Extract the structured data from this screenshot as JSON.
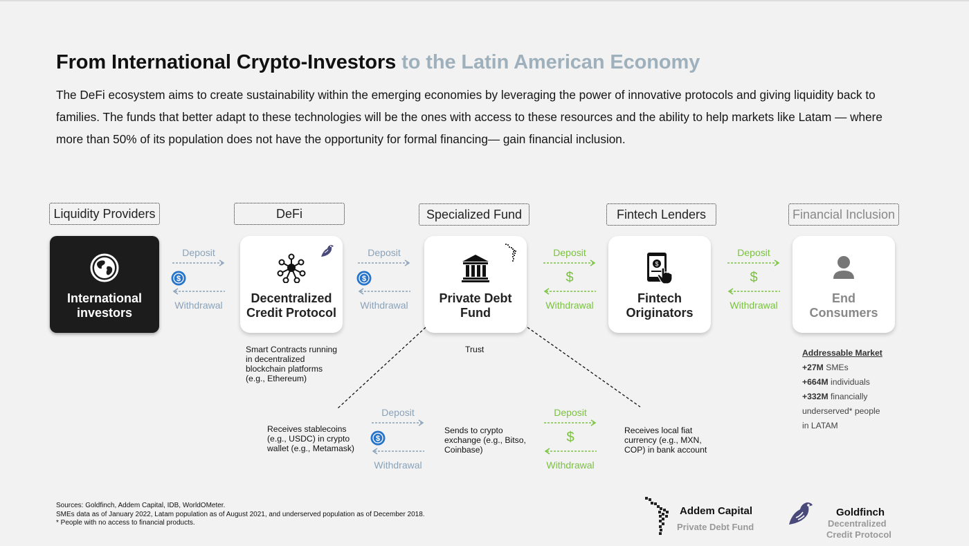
{
  "header": {
    "title_main": "From International Crypto-Investors",
    "title_accent": "to the Latin American Economy",
    "intro": "The DeFi ecosystem aims to create sustainability within the emerging economies by leveraging the power of innovative protocols and giving liquidity back to families. The funds that better adapt to these technologies will be the ones with access to these resources and the ability to help markets like Latam — where more than 50% of its population does not have the opportunity for formal financing— gain financial inclusion."
  },
  "stages": [
    {
      "label": "Liquidity Providers",
      "card_title": "International\ninvestors",
      "icon": "globe-icon"
    },
    {
      "label": "DeFi",
      "card_title": "Decentralized\nCredit Protocol",
      "icon": "network-icon",
      "corner_icon": "goldfinch-bird-icon"
    },
    {
      "label": "Specialized Fund",
      "card_title": "Private Debt\nFund",
      "icon": "bank-icon",
      "corner_icon": "latam-map-icon"
    },
    {
      "label": "Fintech Lenders",
      "card_title": "Fintech\nOriginators",
      "icon": "mobile-payment-icon"
    },
    {
      "label": "Financial Inclusion",
      "card_title": "End\nConsumers",
      "icon": "person-icon"
    }
  ],
  "flows": {
    "deposit": "Deposit",
    "withdrawal": "Withdrawal",
    "dollar": "$"
  },
  "notes": {
    "defi": "Smart Contracts running\nin decentralized\nblockchain platforms\n(e.g., Ethereum)",
    "trust": "Trust",
    "stablecoins": "Receives stablecoins\n(e.g., USDC) in crypto\nwallet (e.g., Metamask)",
    "exchange": "Sends to crypto\nexchange (e.g., Bitso,\nCoinbase)",
    "fiat": "Receives local fiat\ncurrency (e.g., MXN,\nCOP) in bank account"
  },
  "market": {
    "heading": "Addressable Market",
    "rows": [
      {
        "bold": "+27M",
        "text": " SMEs"
      },
      {
        "bold": "+664M",
        "text": " individuals"
      },
      {
        "bold": "+332M",
        "text": " financially"
      },
      {
        "bold": "",
        "text": "underserved* people"
      },
      {
        "bold": "",
        "text": "in LATAM"
      }
    ]
  },
  "sources": {
    "line1": "Sources: Goldfinch, Addem Capital, IDB, WorldOMeter.",
    "line2": "SMEs data as of January 2022, Latam population as of August 2021, and underserved population as of December 2018.",
    "line3": "* People with no access to financial products."
  },
  "brands": {
    "addem_name": "Addem Capital",
    "addem_sub": "Private Debt Fund",
    "goldfinch_name": "Goldfinch",
    "goldfinch_sub1": "Decentralized",
    "goldfinch_sub2": "Credit Protocol"
  },
  "colors": {
    "accent_title": "#9fb0bd",
    "crypto_flow": "#8aa2b8",
    "fiat_flow": "#7ac23e",
    "usdc_blue": "#2775ca",
    "dark_card": "#1c1c1c"
  }
}
